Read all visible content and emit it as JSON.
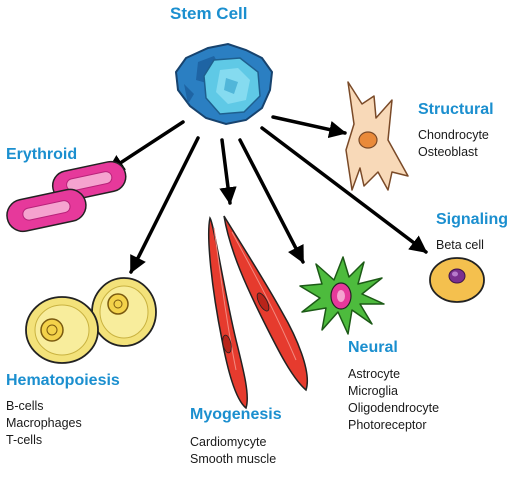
{
  "title": "Stem Cell",
  "colors": {
    "heading": "#1b8fcf",
    "arrow": "#000000",
    "outline": "#222222",
    "stem_cell": "#2b7fc2",
    "erythroid": "#e6399b",
    "hematopoiesis": "#f3e27a",
    "myogenesis": "#e63b2e",
    "neural": "#4dbb3d",
    "structural": "#f8d9b8",
    "signaling": "#f4c04e"
  },
  "branches": [
    {
      "id": "erythroid",
      "label": "Erythroid",
      "items": []
    },
    {
      "id": "hematopoiesis",
      "label": "Hematopoiesis",
      "items": [
        "B-cells",
        "Macrophages",
        "T-cells"
      ]
    },
    {
      "id": "myogenesis",
      "label": "Myogenesis",
      "items": [
        "Cardiomycyte",
        "Smooth muscle"
      ]
    },
    {
      "id": "neural",
      "label": "Neural",
      "items": [
        "Astrocyte",
        "Microglia",
        "Oligodendrocyte",
        "Photoreceptor"
      ]
    },
    {
      "id": "structural",
      "label": "Structural",
      "items": [
        "Chondrocyte",
        "Osteoblast"
      ]
    },
    {
      "id": "signaling",
      "label": "Signaling",
      "items": [
        "Beta cell"
      ]
    }
  ]
}
